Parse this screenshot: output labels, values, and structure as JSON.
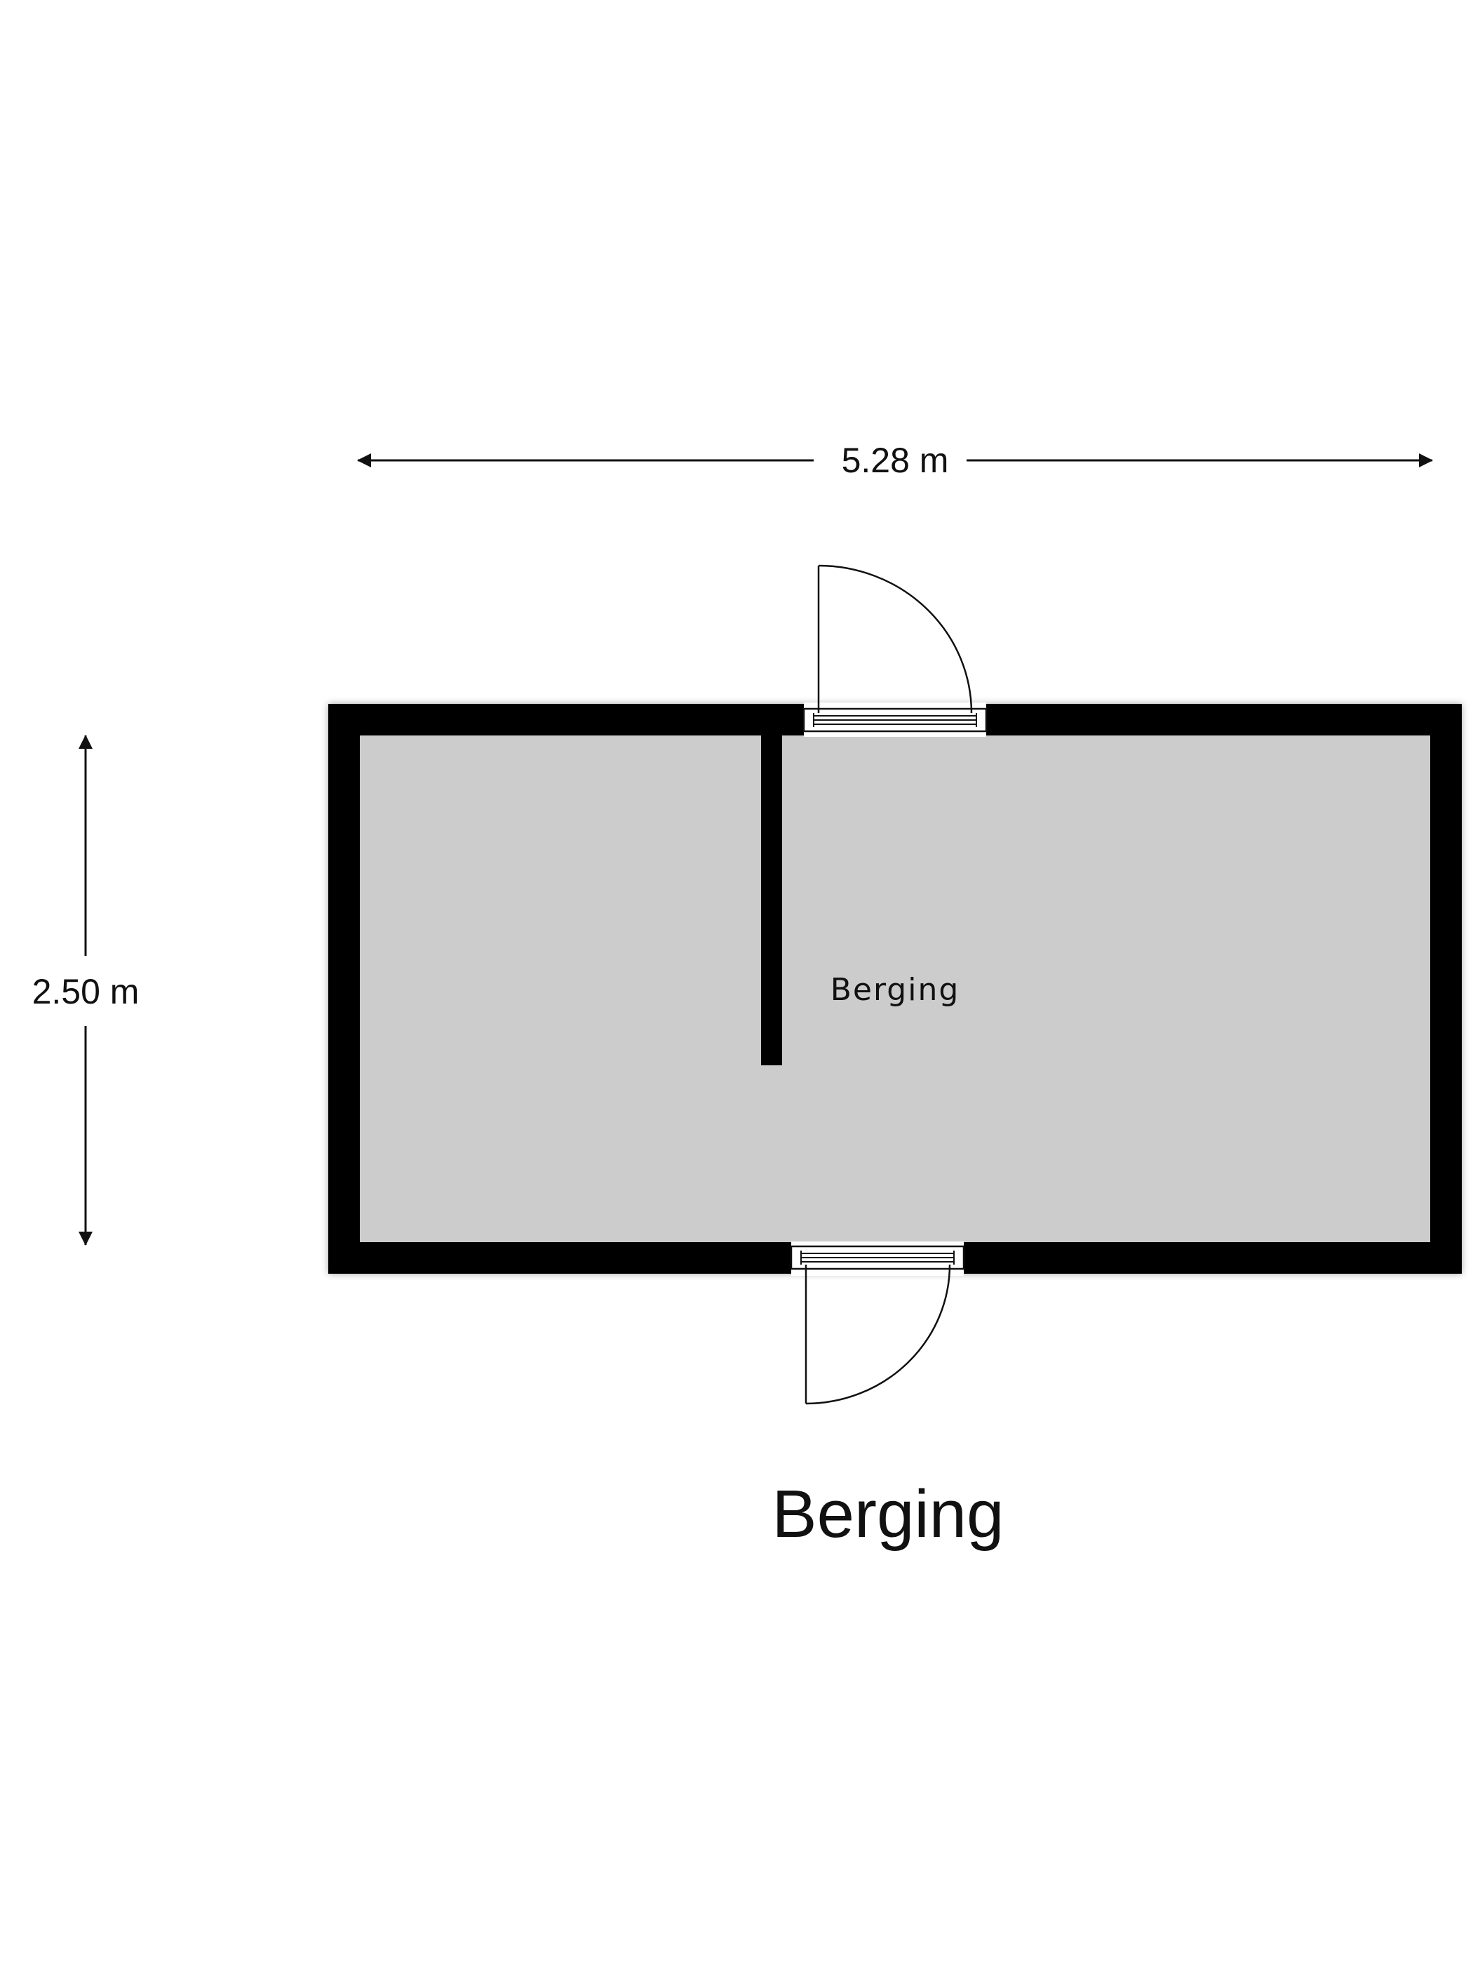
{
  "plan": {
    "title": "Berging",
    "room_label": "Berging",
    "width_dimension": "5.28 m",
    "height_dimension": "2.50 m"
  },
  "colors": {
    "wall": "#000000",
    "floor": "#cccccc",
    "background": "#ffffff",
    "line": "#111111"
  }
}
